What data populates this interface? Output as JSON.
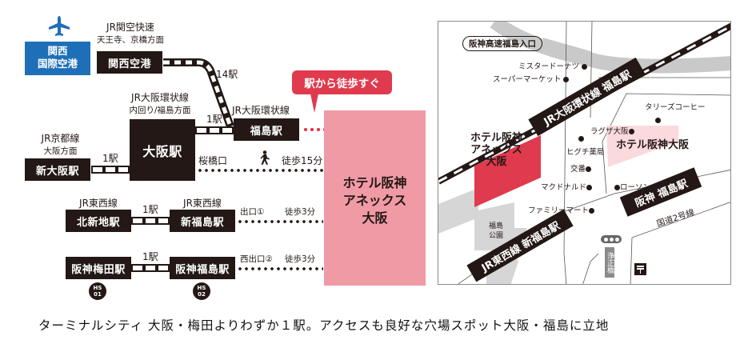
{
  "route_diagram": {
    "airport": {
      "icon": "airplane-icon",
      "line1": "関西",
      "line2": "国際空港",
      "color": "#1e6fb8"
    },
    "lines": {
      "kanku_rapid": {
        "name": "JR関空快速",
        "direction": "天王寺、京橋方面"
      },
      "loop_osaka": {
        "name": "JR大阪環状線",
        "direction": "内回り/福島方面"
      },
      "loop_fukushima": {
        "name": "JR大阪環状線"
      },
      "kyoto": {
        "name": "JR京都線",
        "direction": "大阪方面"
      },
      "tozai_a": {
        "name": "JR東西線"
      },
      "tozai_b": {
        "name": "JR東西線"
      }
    },
    "stations": {
      "kansai_airport": "関西空港",
      "osaka": "大阪駅",
      "fukushima": "福島駅",
      "shin_osaka": "新大阪駅",
      "kitashinchi": "北新地駅",
      "shin_fukushima": "新福島駅",
      "hanshin_umeda": "阪神梅田駅",
      "hanshin_fukushima": "阪神福島駅"
    },
    "hops": {
      "airport_to_fukushima": "14駅",
      "osaka_to_fukushima": "1駅",
      "shin_osaka_to_osaka": "1駅",
      "kitashinchi_to_shin_fukushima": "1駅",
      "umeda_to_hanshin_fukushima": "1駅"
    },
    "walks": {
      "sakurabashi": {
        "exit": "桜橋口",
        "icon": "walking-person-icon",
        "time": "徒歩15分"
      },
      "shin_fukushima": {
        "exit": "出口①",
        "time": "徒歩3分"
      },
      "hanshin_fukushima": {
        "exit": "西出口②",
        "time": "徒歩3分"
      }
    },
    "badges": {
      "hs01": [
        "HS",
        "01"
      ],
      "hs02": [
        "HS",
        "02"
      ]
    },
    "callout": {
      "text": "駅から徒歩すぐ",
      "color": "#e03a4e"
    },
    "hotel": {
      "line1": "ホテル阪神",
      "line2": "アネックス",
      "line3": "大阪",
      "color": "#f09aa6"
    }
  },
  "map": {
    "expressway_entrance": "阪神高速福島入口",
    "landmarks": {
      "mister_donut": "ミスタードーナツ",
      "supermarket": "スーパーマーケット",
      "tullys": "タリーズコーヒー",
      "laguza": "ラグザ大阪",
      "higuchi": "ヒグチ薬局",
      "koban": "交番",
      "mcdonalds": "マクドナルド",
      "familymart": "ファミリーマート",
      "lawson": "ローソン"
    },
    "lines": {
      "jr_loop": "JR大阪環状線 福島駅",
      "hanshin": "阪神 福島駅",
      "jr_tozai": "JR東西線 新福島駅"
    },
    "hotel_annex": {
      "line1": "ホテル阪神",
      "line2": "アネックス",
      "line3": "大阪",
      "color": "#e03a4e"
    },
    "hotel_hanshin": {
      "label": "ホテル阪神大阪",
      "color": "#fadadd"
    },
    "park": {
      "line1": "福島",
      "line2": "公園"
    },
    "route2": "国道2号線",
    "bridge": "浄正橋",
    "icons": {
      "signal": "traffic-signal-icon",
      "post": "post-office-icon"
    }
  },
  "caption": "ターミナルシティ 大阪・梅田よりわずか１駅。アクセスも良好な穴場スポット大阪・福島に立地"
}
